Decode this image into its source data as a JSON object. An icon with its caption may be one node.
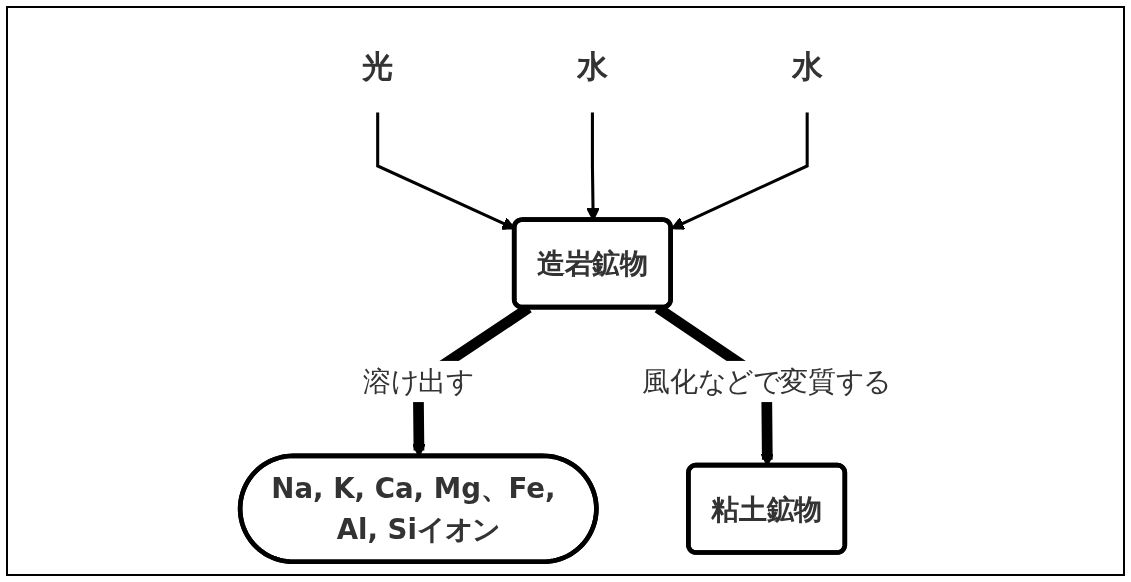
{
  "diagram": {
    "nodes": [
      {
        "text": [
          "光"
        ]
      },
      {
        "text": [
          "水"
        ]
      },
      {
        "text": [
          "水"
        ]
      },
      {
        "text": [
          "造岩鉱物"
        ]
      },
      {
        "text": [
          "Na, K, Ca, Mg、Fe, Al, Siイオン"
        ]
      },
      {
        "text": [
          "粘土鉱物"
        ]
      }
    ],
    "edges": [
      {
        "from": 0,
        "to": 3,
        "arrow": "to"
      },
      {
        "from": 1,
        "to": 3,
        "arrow": "to"
      },
      {
        "from": 2,
        "to": 3,
        "arrow": "to"
      },
      {
        "from": 3,
        "to": 4,
        "arrow": "to",
        "label": "溶け出す",
        "style": "thick"
      },
      {
        "from": 3,
        "to": 5,
        "arrow": "to",
        "label": "風化などで変質する",
        "style": "thick"
      }
    ]
  }
}
